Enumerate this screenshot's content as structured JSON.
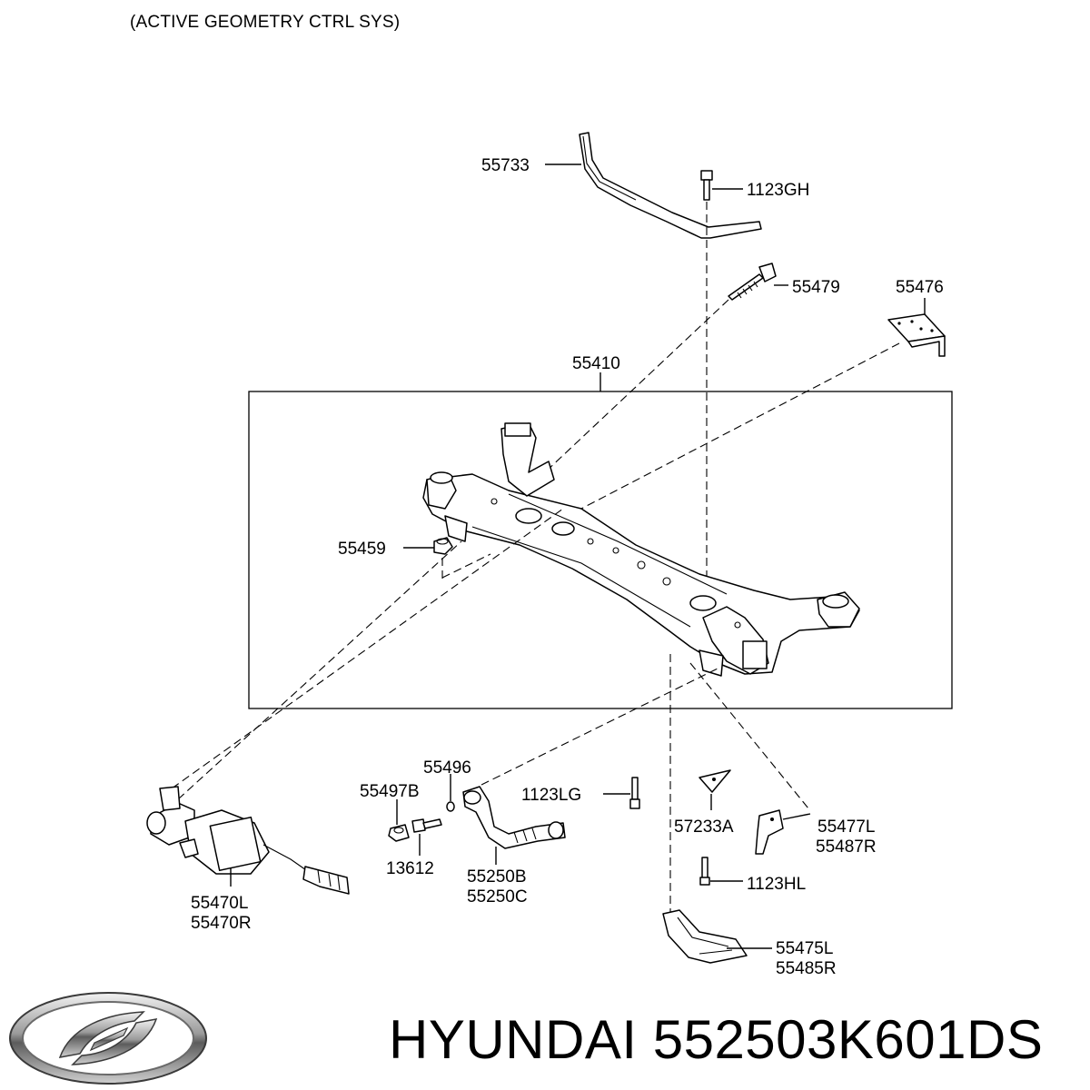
{
  "header": {
    "note": "(ACTIVE GEOMETRY CTRL SYS)"
  },
  "group": {
    "label": "55410"
  },
  "parts": {
    "p55733": "55733",
    "p1123GH": "1123GH",
    "p55479": "55479",
    "p55476": "55476",
    "p55459": "55459",
    "p55496": "55496",
    "p55497B": "55497B",
    "p1123LG": "1123LG",
    "p13612": "13612",
    "p55250B": "55250B",
    "p55250C": "55250C",
    "p57233A": "57233A",
    "p55477L": "55477L",
    "p55487R": "55487R",
    "p1123HL": "1123HL",
    "p55470L": "55470L",
    "p55470R": "55470R",
    "p55475L": "55475L",
    "p55485R": "55485R"
  },
  "brand": {
    "text": "HYUNDAI 552503K601DS",
    "logo_icon": "hyundai-logo-icon"
  }
}
